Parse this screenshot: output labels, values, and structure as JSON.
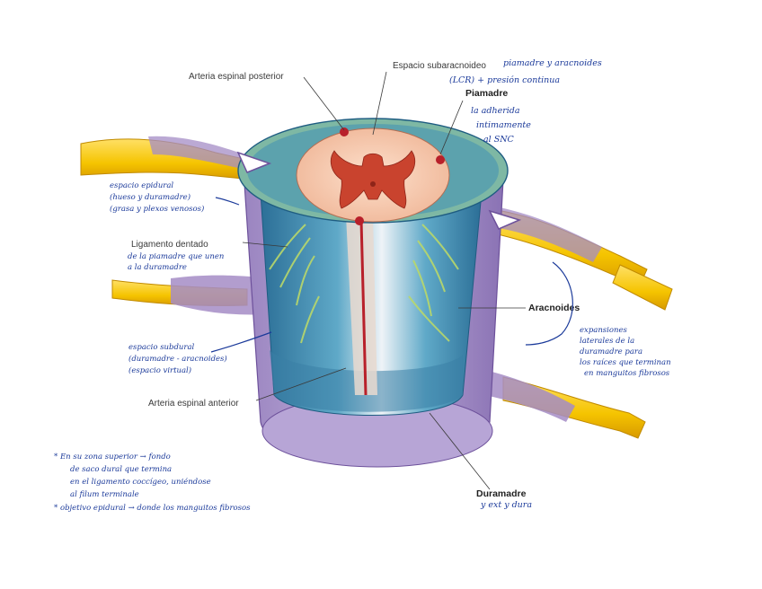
{
  "labels": {
    "arteria_espinal_posterior": "Arteria espinal posterior",
    "espacio_subaracnoideo": "Espacio subaracnoideo",
    "piamadre": "Piamadre",
    "ligamento_dentado": "Ligamento dentado",
    "aracnoides": "Aracnoides",
    "arteria_espinal_anterior": "Arteria espinal anterior",
    "duramadre": "Duramadre"
  },
  "handwritten": {
    "subarac_line1": "piamadre y aracnoides",
    "subarac_line2": "(LCR) + presión continua",
    "piamadre_line1": "la adherida",
    "piamadre_line2": "intimamente",
    "piamadre_line3": "al SNC",
    "epidural_line1": "espacio epidural",
    "epidural_line2": "(hueso y duramadre)",
    "epidural_line3": "(grasa y plexos venosos)",
    "ligamento_line1": "de la piamadre que unen",
    "ligamento_line2": "a la duramadre",
    "subdural_line1": "espacio subdural",
    "subdural_line2": "(duramadre - aracnoides)",
    "subdural_line3": "(espacio virtual)",
    "expansiones_line1": "expansiones",
    "expansiones_line2": "laterales de la",
    "expansiones_line3": "duramadre para",
    "expansiones_line4": "los raíces que terminan",
    "expansiones_line5": "en manguitos fibrosos",
    "duramadre_note": "y ext y dura",
    "note1_line1": "* En su zona superior → fondo",
    "note1_line2": "de saco dural que termina",
    "note1_line3": "en el ligamento coccígeo, uniéndose",
    "note1_line4": "al filum terminale",
    "note2_line1": "* objetivo epidural → donde los manguitos fibrosos"
  },
  "colors": {
    "nerve": "#f5c400",
    "nerve_dark": "#d89a00",
    "dura": "#a48cc6",
    "dura_dark": "#7f63ab",
    "arachnoid": "#3f8fb5",
    "cord": "#f4c9ae",
    "gray_matter": "#c9432e",
    "artery": "#b8202a",
    "ink": "#1b3a9a"
  }
}
